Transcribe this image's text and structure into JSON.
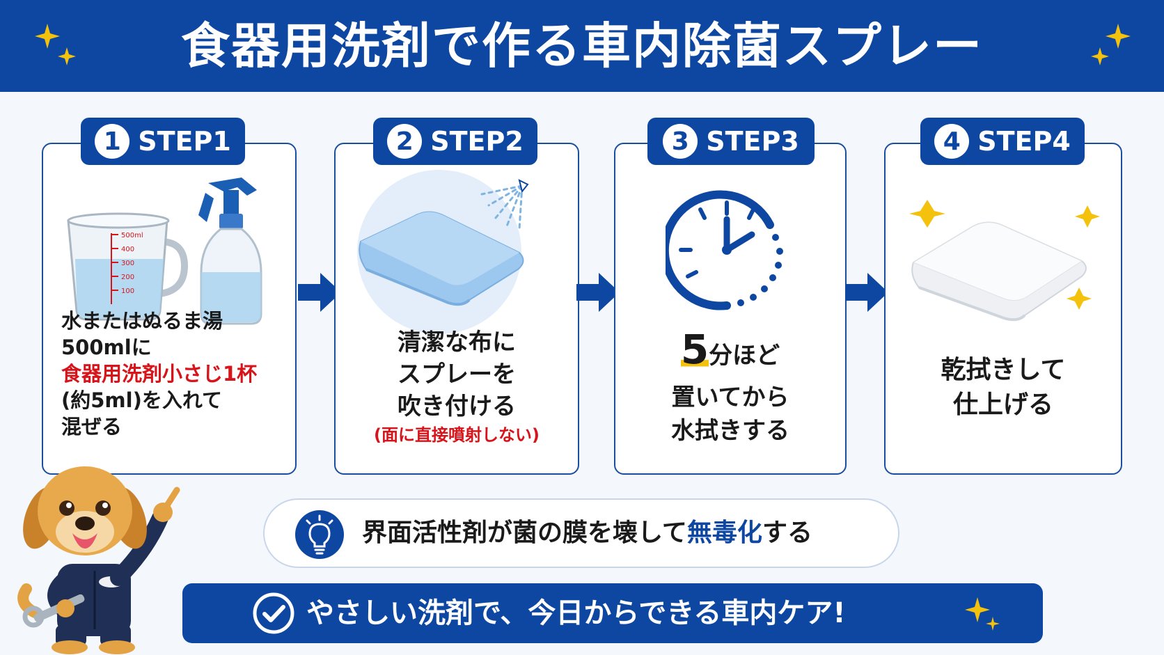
{
  "title": "食器用洗剤で作る車内除菌スプレー",
  "steps": [
    {
      "num": "1",
      "label": "STEP1",
      "lines": [
        "水またはぬるま湯",
        "500mlに"
      ],
      "highlight": "食器用洗剤小さじ1杯",
      "lines_after": [
        "(約5ml)を入れて",
        "混ぜる"
      ],
      "cup_marks": [
        "500ml",
        "400",
        "300",
        "200",
        "100"
      ]
    },
    {
      "num": "2",
      "label": "STEP2",
      "lines": [
        "清潔な布に",
        "スプレーを",
        "吹き付ける"
      ],
      "note": "(面に直接噴射しない)"
    },
    {
      "num": "3",
      "label": "STEP3",
      "big": "5",
      "big_unit": "分ほど",
      "lines": [
        "置いてから",
        "水拭きする"
      ]
    },
    {
      "num": "4",
      "label": "STEP4",
      "lines": [
        "乾拭きして",
        "仕上げる"
      ]
    }
  ],
  "tip": {
    "text_before": "界面活性剤が菌の膜を壊して",
    "highlight": "無毒化",
    "text_after": "する"
  },
  "footer": "やさしい洗剤で、今日からできる車内ケア!",
  "colors": {
    "primary": "#0d47a1",
    "accent": "#f4c20d",
    "alert": "#d8141b"
  }
}
